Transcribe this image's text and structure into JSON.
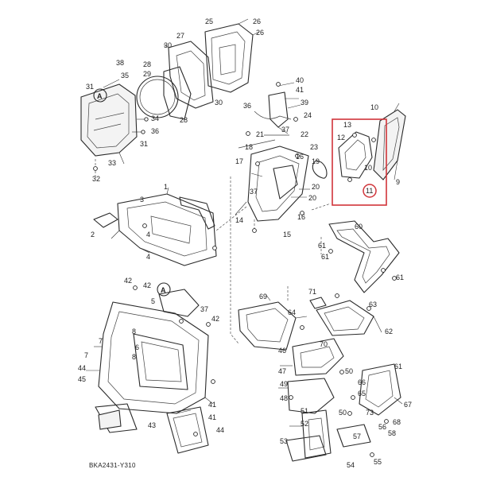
{
  "diagram": {
    "code": "BKA2431-Y310",
    "ref_mark": "A",
    "highlight_label": "11",
    "colors": {
      "line": "#2a2a2a",
      "highlight": "#d0343a",
      "background": "#ffffff"
    }
  },
  "callouts": [
    {
      "id": "c25",
      "label": "25"
    },
    {
      "id": "c26a",
      "label": "26"
    },
    {
      "id": "c26b",
      "label": "26"
    },
    {
      "id": "c27",
      "label": "27"
    },
    {
      "id": "c30a",
      "label": "30"
    },
    {
      "id": "c30b",
      "label": "30"
    },
    {
      "id": "c29",
      "label": "29"
    },
    {
      "id": "c28a",
      "label": "28"
    },
    {
      "id": "c28b",
      "label": "28"
    },
    {
      "id": "c38",
      "label": "38"
    },
    {
      "id": "c35",
      "label": "35"
    },
    {
      "id": "c31a",
      "label": "31"
    },
    {
      "id": "c31b",
      "label": "31"
    },
    {
      "id": "c34",
      "label": "34"
    },
    {
      "id": "c36",
      "label": "36"
    },
    {
      "id": "c33",
      "label": "33"
    },
    {
      "id": "c32",
      "label": "32"
    },
    {
      "id": "c40",
      "label": "40"
    },
    {
      "id": "c41a",
      "label": "41"
    },
    {
      "id": "c39",
      "label": "39"
    },
    {
      "id": "c36b",
      "label": "36"
    },
    {
      "id": "c37a",
      "label": "37"
    },
    {
      "id": "c24",
      "label": "24"
    },
    {
      "id": "c21",
      "label": "21"
    },
    {
      "id": "c22",
      "label": "22"
    },
    {
      "id": "c23",
      "label": "23"
    },
    {
      "id": "c17",
      "label": "17"
    },
    {
      "id": "c18",
      "label": "18"
    },
    {
      "id": "c16a",
      "label": "16"
    },
    {
      "id": "c19",
      "label": "19"
    },
    {
      "id": "c20a",
      "label": "20"
    },
    {
      "id": "c20b",
      "label": "20"
    },
    {
      "id": "c37b",
      "label": "37"
    },
    {
      "id": "c14",
      "label": "14"
    },
    {
      "id": "c15",
      "label": "15"
    },
    {
      "id": "c16b",
      "label": "16"
    },
    {
      "id": "c10a",
      "label": "10"
    },
    {
      "id": "c13",
      "label": "13"
    },
    {
      "id": "c12",
      "label": "12"
    },
    {
      "id": "c10b",
      "label": "10"
    },
    {
      "id": "c9",
      "label": "9"
    },
    {
      "id": "c1",
      "label": "1"
    },
    {
      "id": "c3",
      "label": "3"
    },
    {
      "id": "c4a",
      "label": "4"
    },
    {
      "id": "c4b",
      "label": "4"
    },
    {
      "id": "c2",
      "label": "2"
    },
    {
      "id": "c42a",
      "label": "42"
    },
    {
      "id": "c42b",
      "label": "42"
    },
    {
      "id": "c5",
      "label": "5"
    },
    {
      "id": "c37c",
      "label": "37"
    },
    {
      "id": "c42c",
      "label": "42"
    },
    {
      "id": "c8a",
      "label": "8"
    },
    {
      "id": "c7a",
      "label": "7"
    },
    {
      "id": "c6",
      "label": "6"
    },
    {
      "id": "c8b",
      "label": "8"
    },
    {
      "id": "c7b",
      "label": "7"
    },
    {
      "id": "c44",
      "label": "44"
    },
    {
      "id": "c45",
      "label": "45"
    },
    {
      "id": "c41b",
      "label": "41"
    },
    {
      "id": "c41c",
      "label": "41"
    },
    {
      "id": "c43",
      "label": "43"
    },
    {
      "id": "c44b",
      "label": "44"
    },
    {
      "id": "c60",
      "label": "60"
    },
    {
      "id": "c61a",
      "label": "61"
    },
    {
      "id": "c61b",
      "label": "61"
    },
    {
      "id": "c61c",
      "label": "61"
    },
    {
      "id": "c71",
      "label": "71"
    },
    {
      "id": "c69",
      "label": "69"
    },
    {
      "id": "c64",
      "label": "64"
    },
    {
      "id": "c63",
      "label": "63"
    },
    {
      "id": "c62",
      "label": "62"
    },
    {
      "id": "c70",
      "label": "70"
    },
    {
      "id": "c46",
      "label": "46"
    },
    {
      "id": "c47",
      "label": "47"
    },
    {
      "id": "c49",
      "label": "49"
    },
    {
      "id": "c48",
      "label": "48"
    },
    {
      "id": "c50a",
      "label": "50"
    },
    {
      "id": "c50b",
      "label": "50"
    },
    {
      "id": "c51",
      "label": "51"
    },
    {
      "id": "c52",
      "label": "52"
    },
    {
      "id": "c53",
      "label": "53"
    },
    {
      "id": "c66",
      "label": "66"
    },
    {
      "id": "c65",
      "label": "65"
    },
    {
      "id": "c67",
      "label": "67"
    },
    {
      "id": "c68",
      "label": "68"
    },
    {
      "id": "c61d",
      "label": "61"
    },
    {
      "id": "c56",
      "label": "56"
    },
    {
      "id": "c57",
      "label": "57"
    },
    {
      "id": "c58",
      "label": "58"
    },
    {
      "id": "c55",
      "label": "55"
    },
    {
      "id": "c54",
      "label": "54"
    },
    {
      "id": "c73",
      "label": "73"
    }
  ]
}
